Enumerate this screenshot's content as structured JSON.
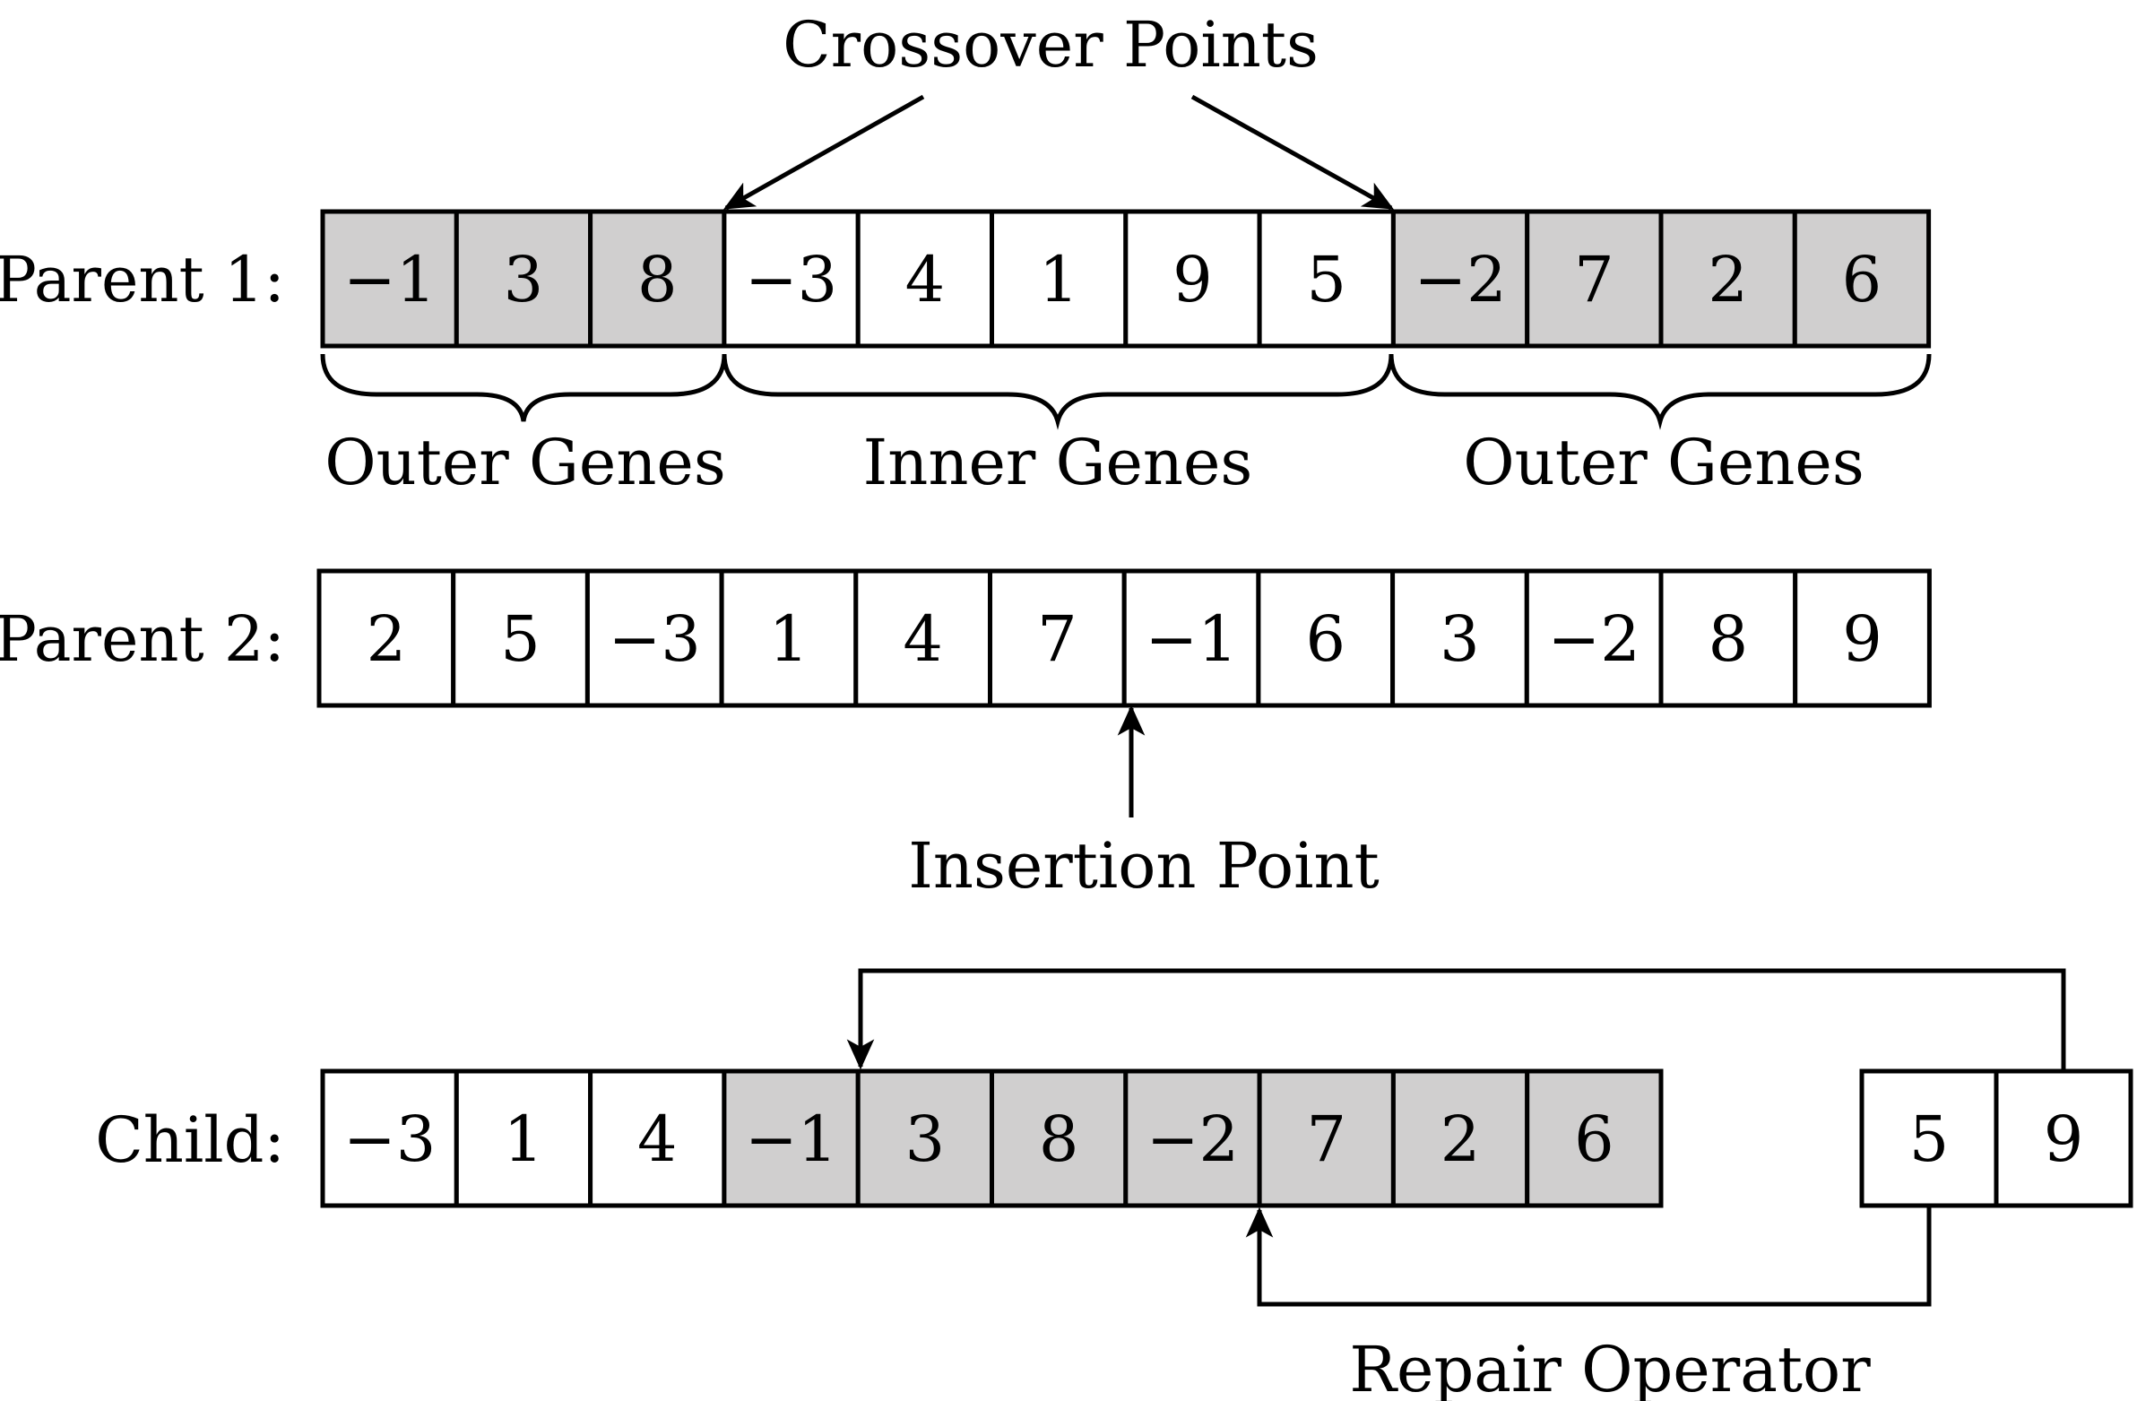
{
  "colors": {
    "shaded": "#d0cfcf",
    "plain": "#ffffff",
    "stroke": "#000000"
  },
  "crossover_label": "Crossover Points",
  "insertion_label": "Insertion Point",
  "repair_label": "Repair Operator",
  "parent1": {
    "label": "Parent 1:",
    "genes": [
      {
        "value": "−1",
        "shaded": true
      },
      {
        "value": "3",
        "shaded": true
      },
      {
        "value": "8",
        "shaded": true
      },
      {
        "value": "−3",
        "shaded": false
      },
      {
        "value": "4",
        "shaded": false
      },
      {
        "value": "1",
        "shaded": false
      },
      {
        "value": "9",
        "shaded": false
      },
      {
        "value": "5",
        "shaded": false
      },
      {
        "value": "−2",
        "shaded": true
      },
      {
        "value": "7",
        "shaded": true
      },
      {
        "value": "2",
        "shaded": true
      },
      {
        "value": "6",
        "shaded": true
      }
    ],
    "braces": [
      {
        "label": "Outer Genes"
      },
      {
        "label": "Inner Genes"
      },
      {
        "label": "Outer Genes"
      }
    ]
  },
  "parent2": {
    "label": "Parent 2:",
    "genes": [
      {
        "value": "2",
        "shaded": false
      },
      {
        "value": "5",
        "shaded": false
      },
      {
        "value": "−3",
        "shaded": false
      },
      {
        "value": "1",
        "shaded": false
      },
      {
        "value": "4",
        "shaded": false
      },
      {
        "value": "7",
        "shaded": false
      },
      {
        "value": "−1",
        "shaded": false
      },
      {
        "value": "6",
        "shaded": false
      },
      {
        "value": "3",
        "shaded": false
      },
      {
        "value": "−2",
        "shaded": false
      },
      {
        "value": "8",
        "shaded": false
      },
      {
        "value": "9",
        "shaded": false
      }
    ]
  },
  "child": {
    "label": "Child:",
    "genes": [
      {
        "value": "−3",
        "shaded": false
      },
      {
        "value": "1",
        "shaded": false
      },
      {
        "value": "4",
        "shaded": false
      },
      {
        "value": "−1",
        "shaded": true
      },
      {
        "value": "3",
        "shaded": true
      },
      {
        "value": "8",
        "shaded": true
      },
      {
        "value": "−2",
        "shaded": true
      },
      {
        "value": "7",
        "shaded": true
      },
      {
        "value": "2",
        "shaded": true
      },
      {
        "value": "6",
        "shaded": true
      }
    ],
    "extra_genes": [
      {
        "value": "5",
        "shaded": false
      },
      {
        "value": "9",
        "shaded": false
      }
    ]
  }
}
